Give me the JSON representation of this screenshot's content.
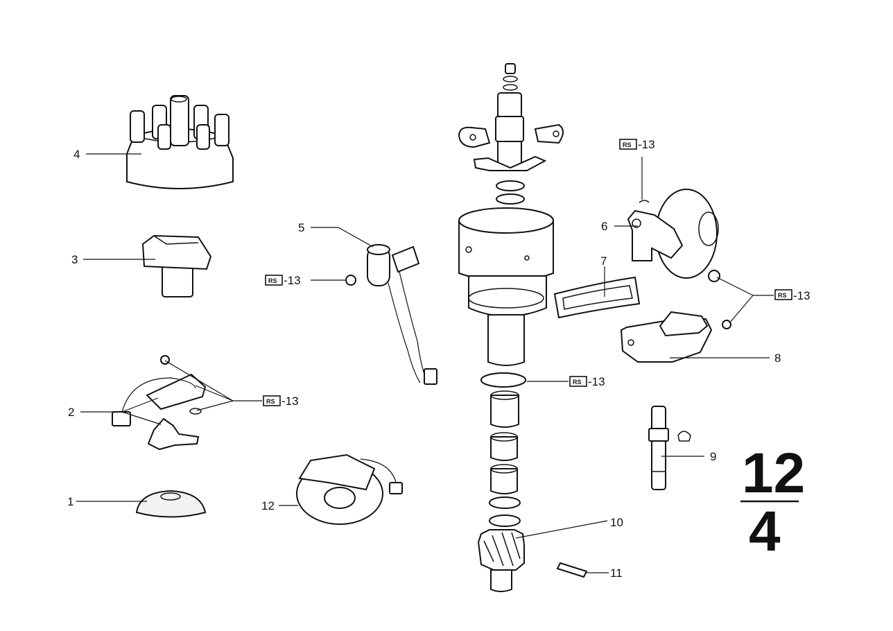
{
  "labels": {
    "l1": "1",
    "l2": "2",
    "l3": "3",
    "l4": "4",
    "l5": "5",
    "l6": "6",
    "l7": "7",
    "l8": "8",
    "l9": "9",
    "l10": "10",
    "l11": "11",
    "l12": "12"
  },
  "rs_badge": "RS",
  "rs_ref": "-13",
  "section": {
    "top": "12",
    "bottom": "4"
  }
}
